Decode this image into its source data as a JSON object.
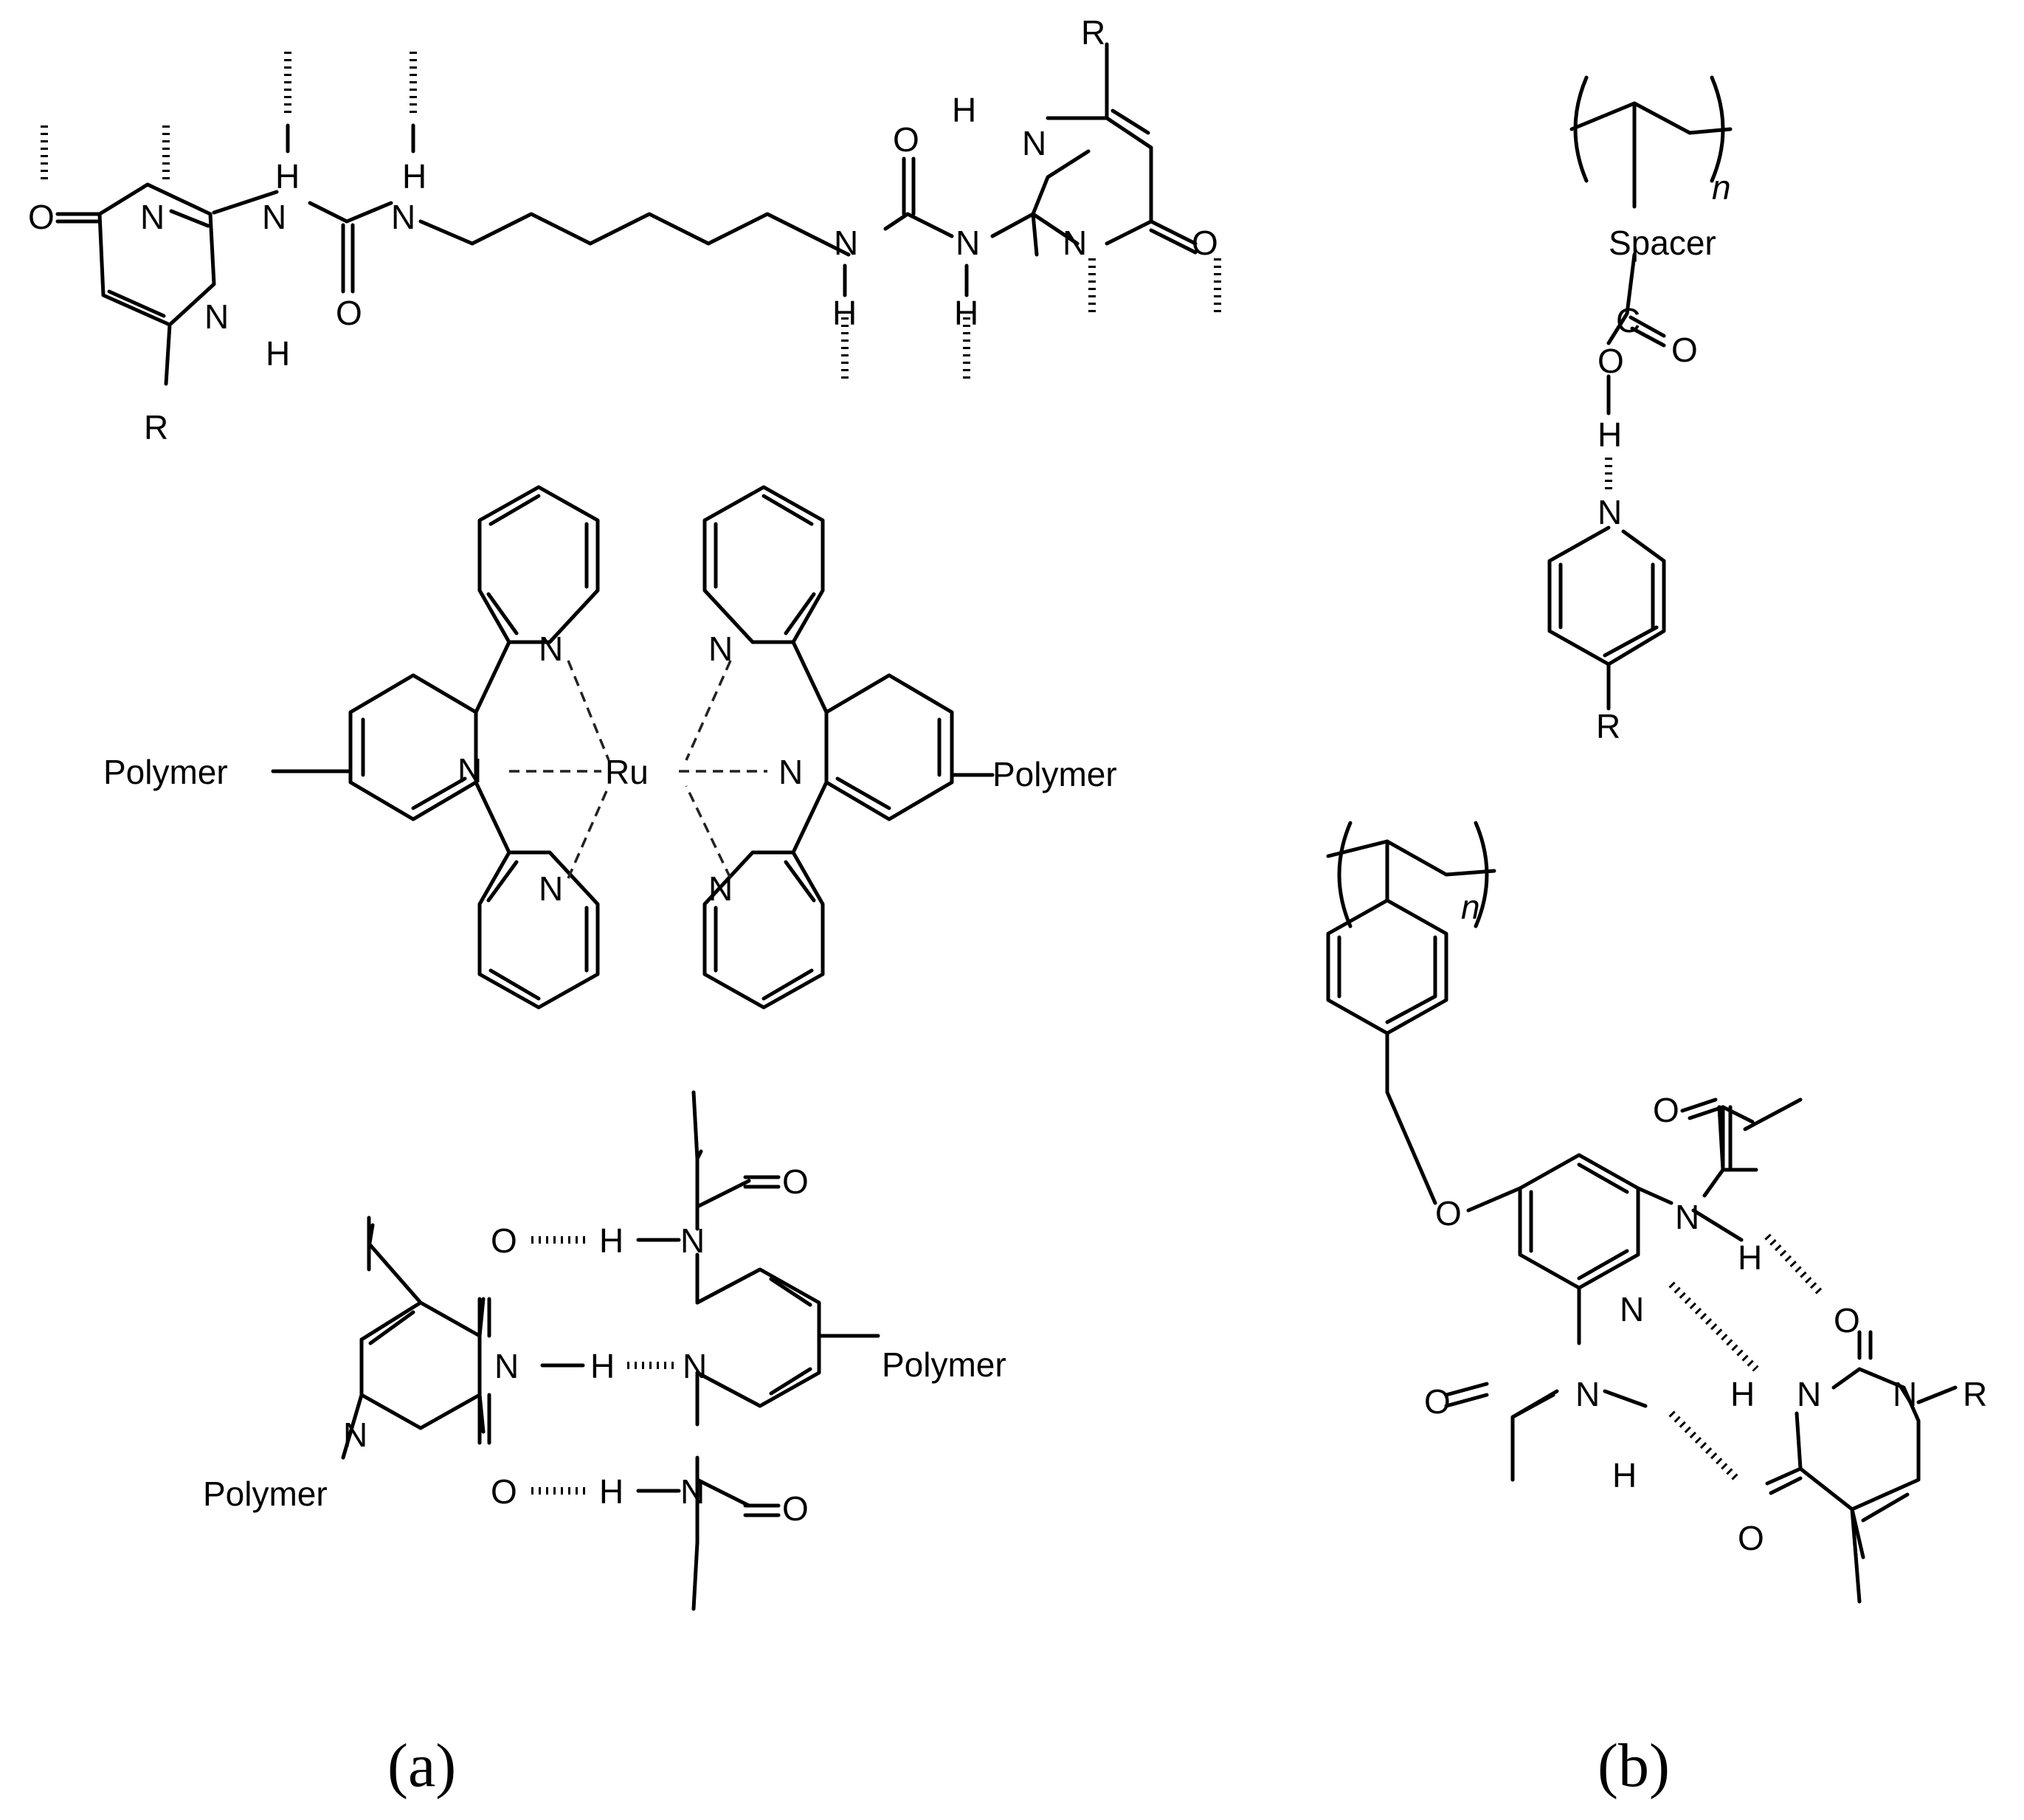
{
  "atoms": {
    "O": "O",
    "N": "N",
    "H": "H",
    "C": "C",
    "R": "R",
    "Ru": "Ru",
    "n": "n"
  },
  "labels": {
    "polymer": "Polymer",
    "spacer": "Spacer"
  },
  "captions": {
    "a": "(a)",
    "b": "(b)"
  }
}
